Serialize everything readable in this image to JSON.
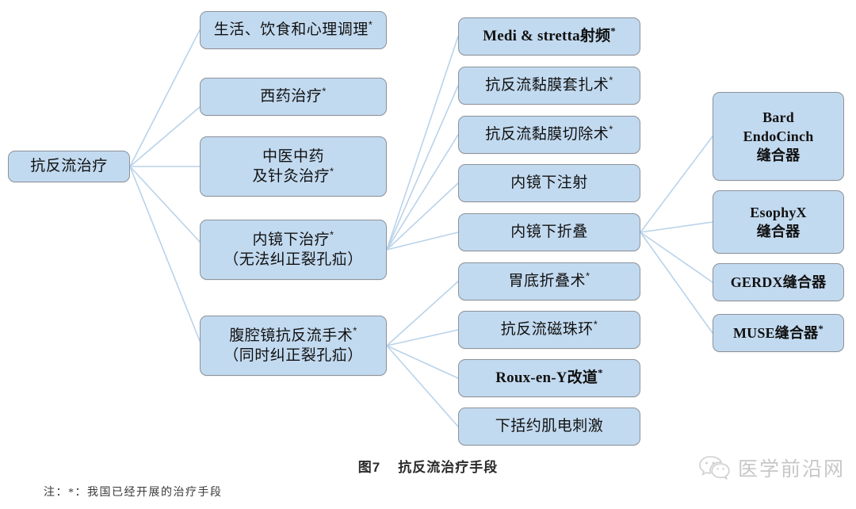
{
  "figure": {
    "caption_label": "图7",
    "caption_title": "抗反流治疗手段",
    "footnote": "注：*：我国已经开展的治疗手段"
  },
  "watermark": {
    "icon": "wechat-icon",
    "text": "医学前沿网"
  },
  "style": {
    "node_fill": "#c2daf0",
    "node_border": "#8c9299",
    "edge_color": "#b9d3ea",
    "background": "#ffffff"
  },
  "nodes": {
    "root": {
      "id": "root",
      "label": "抗反流治疗",
      "starred": false
    },
    "level2": [
      {
        "id": "l2-lifestyle",
        "line1": "生活、饮食和心理调理",
        "line2": "",
        "starred": true
      },
      {
        "id": "l2-western-medicine",
        "line1": "西药治疗",
        "line2": "",
        "starred": true
      },
      {
        "id": "l2-tcm",
        "line1": "中医中药",
        "line2": "及针灸治疗",
        "starred": true
      },
      {
        "id": "l2-endoscopic",
        "line1": "内镜下治疗",
        "line2": "（无法纠正裂孔疝）",
        "starred": true
      },
      {
        "id": "l2-laparoscopic",
        "line1": "腹腔镜抗反流手术",
        "line2": "（同时纠正裂孔疝）",
        "starred": true
      }
    ],
    "level3": [
      {
        "id": "l3-stretta",
        "label": "Medi & stretta射频",
        "starred": true,
        "serif": true
      },
      {
        "id": "l3-mucosal-ligation",
        "label": "抗反流黏膜套扎术",
        "starred": true,
        "serif": false
      },
      {
        "id": "l3-mucosal-resection",
        "label": "抗反流黏膜切除术",
        "starred": true,
        "serif": false
      },
      {
        "id": "l3-endoscopic-injection",
        "label": "内镜下注射",
        "starred": false,
        "serif": false
      },
      {
        "id": "l3-endoscopic-plication",
        "label": "内镜下折叠",
        "starred": false,
        "serif": false
      },
      {
        "id": "l3-fundoplication",
        "label": "胃底折叠术",
        "starred": true,
        "serif": false
      },
      {
        "id": "l3-magnetic-beads",
        "label": "抗反流磁珠环",
        "starred": true,
        "serif": false
      },
      {
        "id": "l3-roux-en-y",
        "label": "Roux-en-Y改道",
        "starred": true,
        "serif": true
      },
      {
        "id": "l3-les-stimulation",
        "label": "下括约肌电刺激",
        "starred": false,
        "serif": false
      }
    ],
    "level4": [
      {
        "id": "l4-bard",
        "line1": "Bard",
        "line2": "EndoCinch",
        "line3": "缝合器",
        "starred": false,
        "serif": true
      },
      {
        "id": "l4-esophyx",
        "line1": "EsophyX",
        "line2": "缝合器",
        "line3": "",
        "starred": false,
        "serif": true
      },
      {
        "id": "l4-gerdx",
        "line1": "GERDX缝合器",
        "line2": "",
        "line3": "",
        "starred": false,
        "serif": true
      },
      {
        "id": "l4-muse",
        "line1": "MUSE缝合器",
        "line2": "",
        "line3": "",
        "starred": true,
        "serif": true
      }
    ]
  }
}
